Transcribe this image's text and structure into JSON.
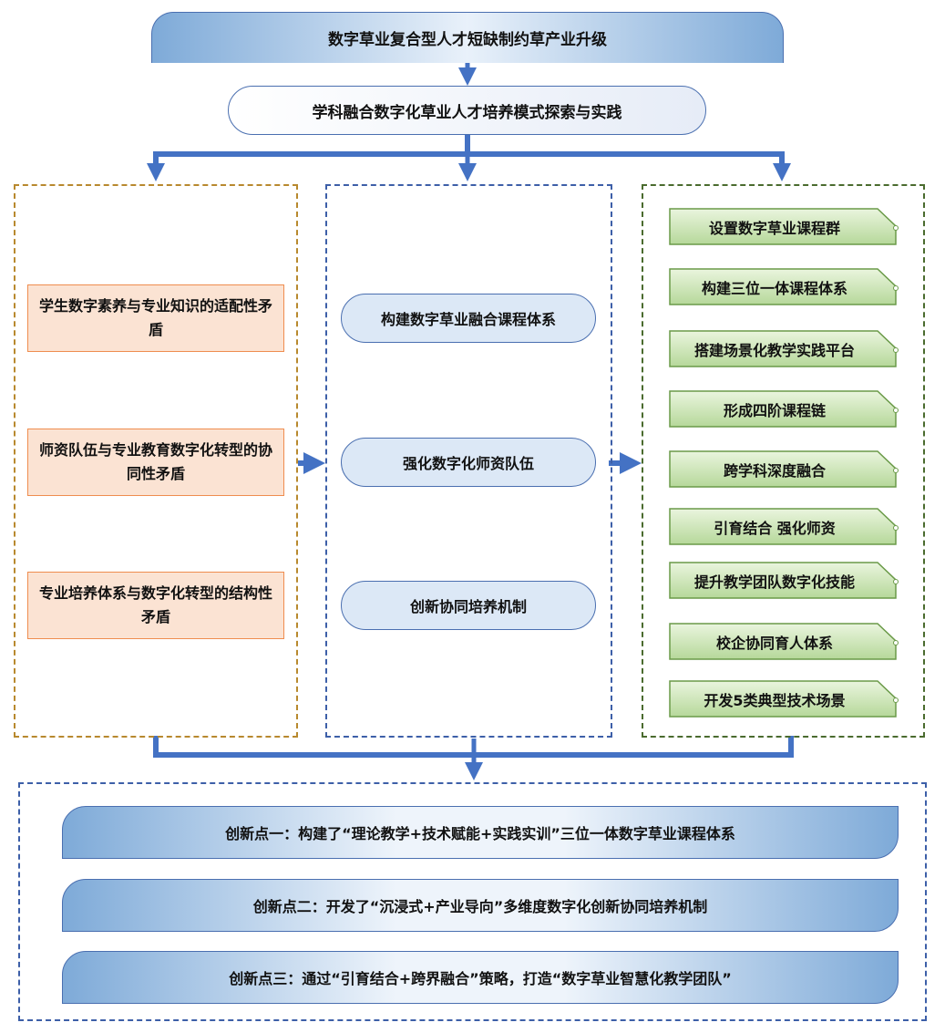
{
  "header": {
    "title": "数字草业复合型人才短缺制约草产业升级",
    "subtitle": "学科融合数字化草业人才培养模式探索与实践"
  },
  "problems": [
    {
      "label": "学生数字素养与专业知识的适配性矛盾"
    },
    {
      "label": "师资队伍与专业教育数字化转型的协同性矛盾"
    },
    {
      "label": "专业培养体系与数字化转型的结构性矛盾"
    }
  ],
  "strategies": [
    {
      "label": "构建数字草业融合课程体系"
    },
    {
      "label": "强化数字化师资队伍"
    },
    {
      "label": "创新协同培养机制"
    }
  ],
  "measures": [
    {
      "label": "设置数字草业课程群"
    },
    {
      "label": "构建三位一体课程体系"
    },
    {
      "label": "搭建场景化教学实践平台"
    },
    {
      "label": "形成四阶课程链"
    },
    {
      "label": "跨学科深度融合"
    },
    {
      "label": "引育结合 强化师资"
    },
    {
      "label": "提升教学团队数字化技能"
    },
    {
      "label": "校企协同育人体系"
    },
    {
      "label": "开发5类典型技术场景"
    }
  ],
  "innovations": [
    {
      "label": "创新点一：构建了“理论教学+技术赋能+实践实训”三位一体数字草业课程体系"
    },
    {
      "label": "创新点二：开发了“沉浸式+产业导向”多维度数字化创新协同培养机制"
    },
    {
      "label": "创新点三：通过“引育结合+跨界融合”策略，打造“数字草业智慧化教学团队”"
    }
  ],
  "colors": {
    "arrow": "#4472c4",
    "left_border": "#b8892e",
    "mid_border": "#3d5fa8",
    "right_border": "#4a6b2e",
    "orange_fill": "#fbe3d3",
    "orange_stroke": "#ef8d4f",
    "green_fill_top": "#eaf5de",
    "green_fill_bottom": "#b6d89a",
    "green_stroke": "#6a9a48"
  }
}
